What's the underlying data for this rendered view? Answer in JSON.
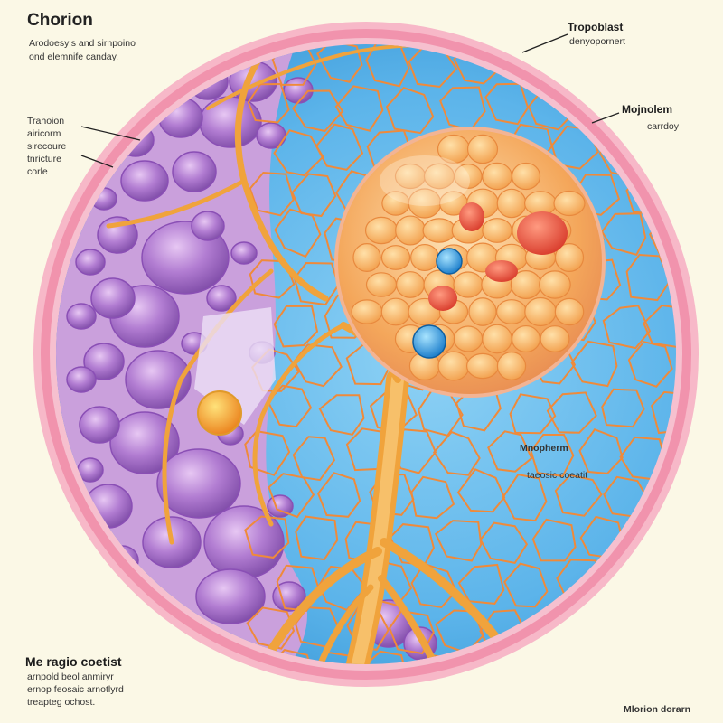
{
  "header": {
    "title": "Chorion",
    "subtitle_line1": "Arodoesyls and sirnpoino",
    "subtitle_line2": "ond elemnife canday."
  },
  "labels": {
    "trophoblast_title": "Tropoblast",
    "trophoblast_sub": "denyopornert",
    "left_line1": "Trahoion",
    "left_line2": "airicorm",
    "left_line3": "sirecoure",
    "left_line4": "tnricture",
    "left_line5": "corle",
    "right_title": "Mojnolem",
    "right_sub": "carrdoy",
    "center_title": "Mnopherm",
    "center_sub": "taeosic coeatit",
    "bottom_left_title": "Me ragio coetist",
    "bottom_left_line1": "arnpold beol anmiryr",
    "bottom_left_line2": "ernop feosaic arnotlyrd",
    "bottom_left_line3": "treapteg ochost.",
    "bottom_right": "Mlorion dorarn"
  },
  "colors": {
    "background": "#fbf8e6",
    "outer_ring": "#f08aa6",
    "blue_region": "#5fb6ea",
    "purple_cells": "#b37ad0",
    "orange_veins": "#f0a33c",
    "embryo_cells": "#f7b565",
    "red_cells": "#e8503a",
    "blue_nuclei": "#1f9be0",
    "yellow_cell": "#f7b82a"
  }
}
